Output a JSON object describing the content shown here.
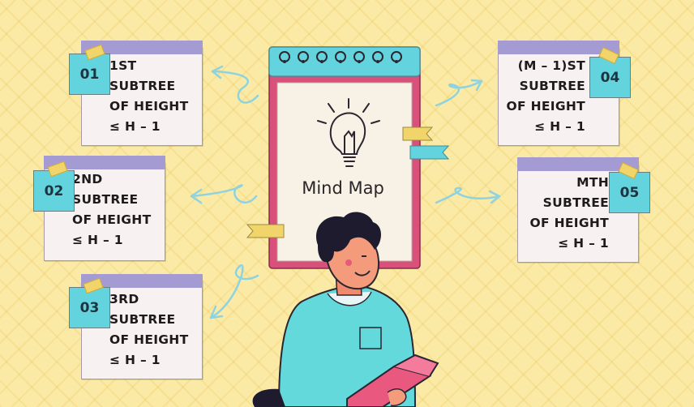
{
  "center": {
    "title": "Mind Map"
  },
  "notes": [
    {
      "number": "01",
      "lines": [
        "1ST",
        "SUBTREE",
        "OF HEIGHT",
        "≤ H – 1"
      ]
    },
    {
      "number": "02",
      "lines": [
        "2ND",
        "SUBTREE",
        "OF HEIGHT",
        "≤ H – 1"
      ]
    },
    {
      "number": "03",
      "lines": [
        "3RD",
        "SUBTREE",
        "OF HEIGHT",
        "≤ H – 1"
      ]
    },
    {
      "number": "04",
      "lines": [
        "(M – 1)ST",
        "SUBTREE",
        "OF HEIGHT",
        "≤ H – 1"
      ]
    },
    {
      "number": "05",
      "lines": [
        "MTH",
        "SUBTREE",
        "OF HEIGHT",
        "≤ H – 1"
      ]
    }
  ],
  "colors": {
    "background": "#fbeaa6",
    "note_paper": "#f7f2f1",
    "note_edge": "#a59bd3",
    "badge": "#63d4de",
    "notebook_frame": "#d9507a",
    "notebook_spiral": "#63d4de",
    "arrows": "#8fd3df",
    "person_shirt": "#63d9dc",
    "person_hair": "#1f1b2e",
    "book": "#e9587f"
  }
}
